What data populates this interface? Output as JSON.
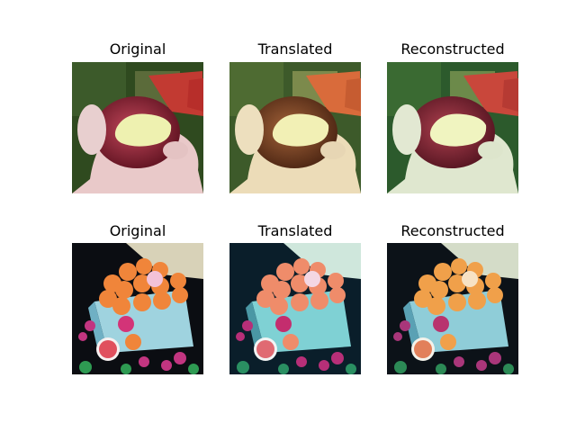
{
  "rows": [
    {
      "subject": "bitten red apple held in hand",
      "panels": [
        {
          "title": "Original"
        },
        {
          "title": "Translated"
        },
        {
          "title": "Reconstructed"
        }
      ]
    },
    {
      "subject": "box of oranges with sliced grapefruit and flowers",
      "panels": [
        {
          "title": "Original"
        },
        {
          "title": "Translated"
        },
        {
          "title": "Reconstructed"
        }
      ]
    }
  ]
}
